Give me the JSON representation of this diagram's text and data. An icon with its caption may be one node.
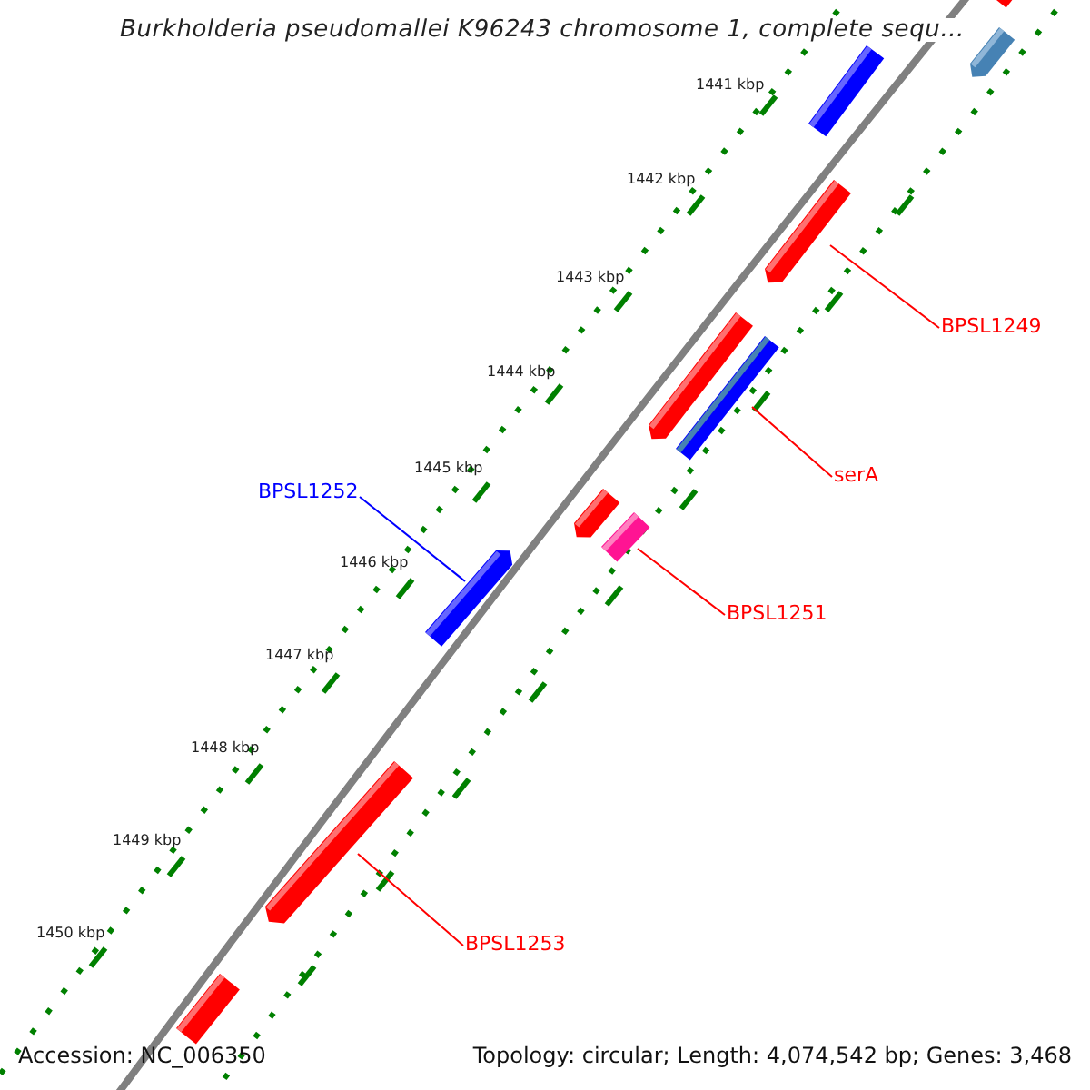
{
  "diagram": {
    "title": "Burkholderia pseudomallei K96243 chromosome 1, complete sequ...",
    "nodes": [
      {
        "text": [],
        "shape": "bar"
      },
      {
        "text": [],
        "shape": "bar"
      },
      {
        "text": [],
        "shape": "bar"
      },
      {
        "text": [],
        "shape": "bar"
      },
      {
        "text": [
          "BPSL1249"
        ]
      },
      {
        "text": [],
        "shape": "bar"
      },
      {
        "text": [],
        "shape": "bar"
      },
      {
        "text": [
          "serA"
        ]
      },
      {
        "text": [
          "BPSL1252"
        ]
      },
      {
        "text": [],
        "shape": "bar"
      },
      {
        "text": [],
        "shape": "bar"
      },
      {
        "text": [],
        "shape": "bar"
      },
      {
        "text": [
          "BPSL1251"
        ]
      },
      {
        "text": [],
        "shape": "bar"
      },
      {
        "text": [
          "BPSL1253"
        ]
      },
      {
        "text": [],
        "shape": "bar"
      }
    ],
    "edges": [
      {
        "from": 4,
        "to": 3,
        "arrow": "none"
      },
      {
        "from": 7,
        "to": 6,
        "arrow": "none"
      },
      {
        "from": 8,
        "to": 11,
        "arrow": "none",
        "color": "#0000ff"
      },
      {
        "from": 12,
        "to": 10,
        "arrow": "none"
      },
      {
        "from": 14,
        "to": 13,
        "arrow": "none"
      }
    ],
    "labels": [
      "1441 kbp",
      "1442 kbp",
      "1443 kbp",
      "1444 kbp",
      "1445 kbp",
      "1446 kbp",
      "1447 kbp",
      "1448 kbp",
      "1449 kbp",
      "1450 kbp",
      "Accession: NC_006350",
      "Topology: circular; Length: 4,074,542 bp; Genes: 3,468"
    ]
  }
}
